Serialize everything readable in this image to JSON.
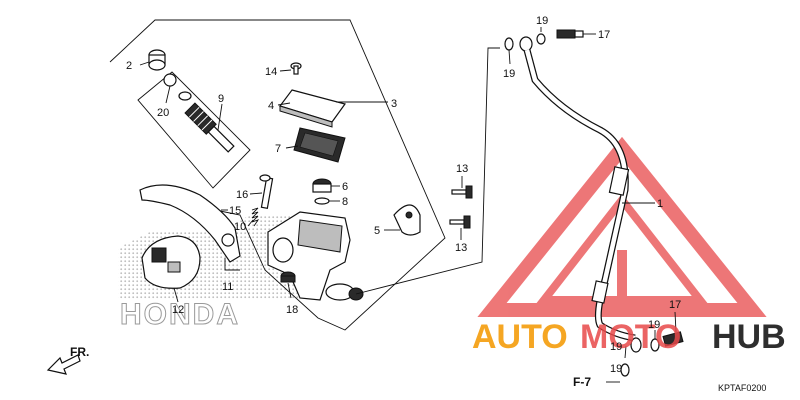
{
  "callouts": {
    "c1": "1",
    "c2": "2",
    "c3": "3",
    "c4": "4",
    "c5": "5",
    "c6": "6",
    "c7": "7",
    "c8": "8",
    "c9": "9",
    "c10": "10",
    "c11": "11",
    "c12": "12",
    "c13a": "13",
    "c13b": "13",
    "c14": "14",
    "c15": "15",
    "c16": "16",
    "c17a": "17",
    "c17b": "17",
    "c18": "18",
    "c19a": "19",
    "c19b": "19",
    "c19c": "19",
    "c19d": "19",
    "c19e": "19",
    "c20": "20"
  },
  "direction_label": "FR.",
  "page_ref": "F-7",
  "diagram_code": "KPTAF0200",
  "brand_background": "HONDA",
  "watermark": {
    "part1": "AUTO",
    "part2": "MOTO",
    "part3": "HUB",
    "color_orange": "#f5a623",
    "color_red": "#e8494a",
    "color_dark": "#2e2e2e"
  },
  "colors": {
    "line": "#111111",
    "halftone": "#cfcfcf"
  }
}
